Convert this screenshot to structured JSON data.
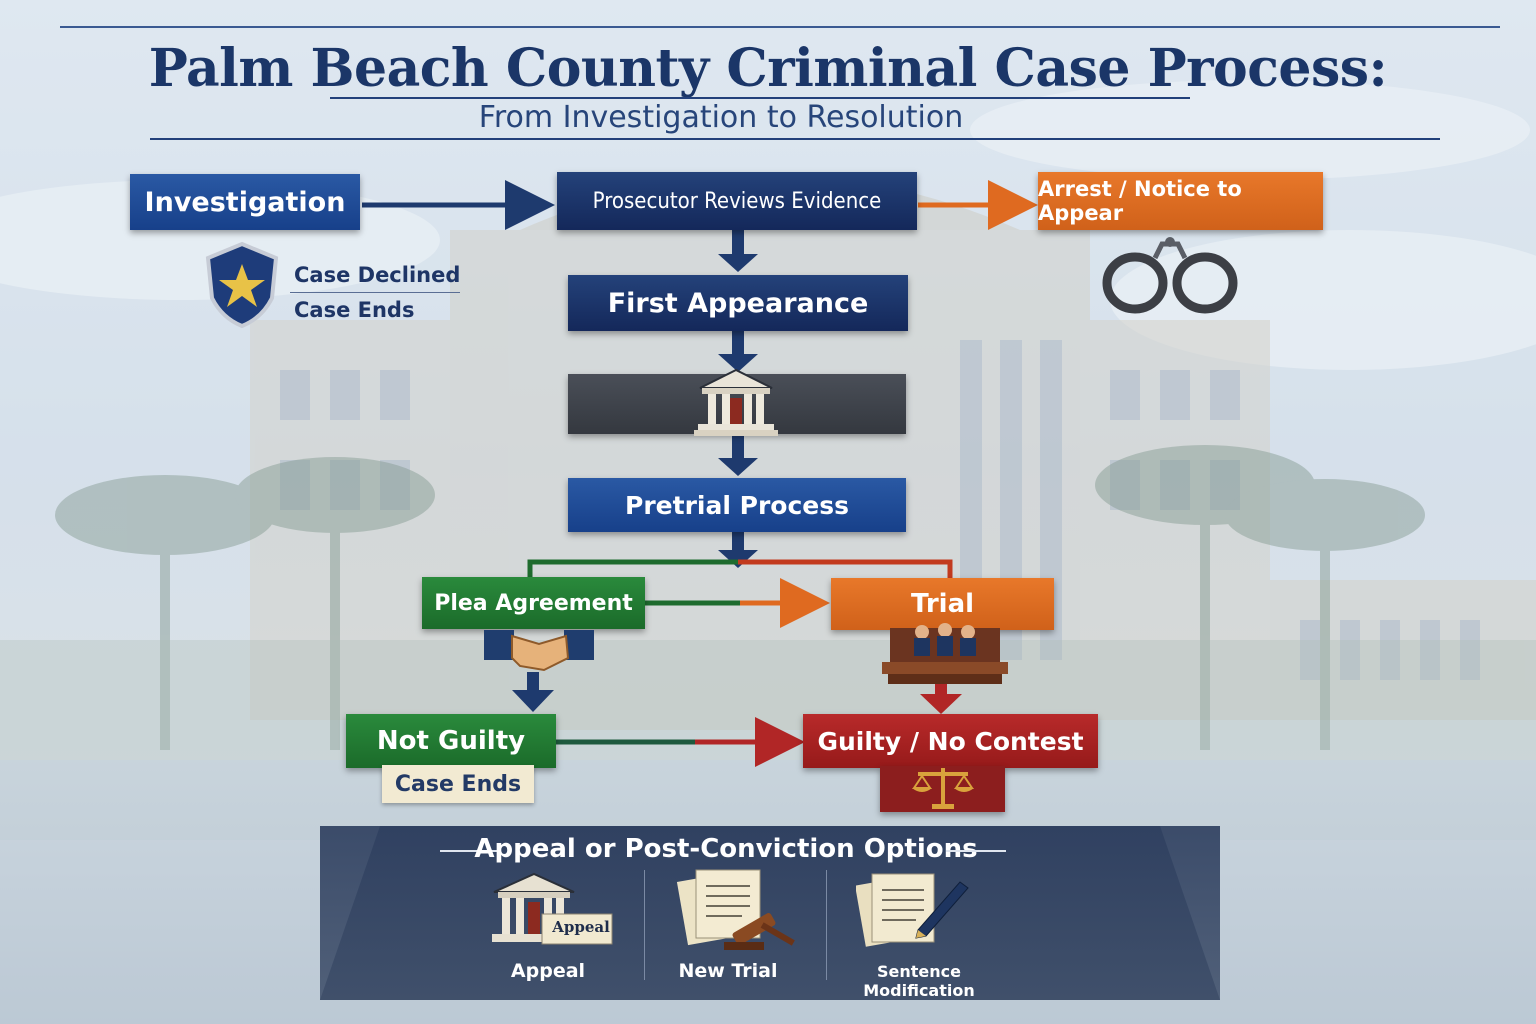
{
  "header": {
    "title": "Palm Beach County Criminal Case Process:",
    "subtitle": "From Investigation to Resolution"
  },
  "flow": {
    "investigation": "Investigation",
    "prosecutor_review": "Prosecutor Reviews Evidence",
    "arrest": "Arrest / Notice to Appear",
    "case_declined": "Case Declined",
    "case_ends_top": "Case Ends",
    "first_appearance": "First Appearance",
    "pretrial": "Pretrial Process",
    "plea": "Plea Agreement",
    "trial": "Trial",
    "not_guilty": "Not Guilty",
    "case_ends_bottom": "Case Ends",
    "guilty": "Guilty / No Contest"
  },
  "post_conviction": {
    "title": "Appeal or Post-Conviction Options",
    "appeal_doc_label": "Appeal",
    "options": [
      {
        "label": "Appeal",
        "icon": "courthouse-appeal-icon"
      },
      {
        "label": "New Trial",
        "icon": "gavel-documents-icon"
      },
      {
        "label": "Sentence Modification",
        "icon": "pen-documents-icon"
      }
    ]
  },
  "colors": {
    "navy": "#1b3668",
    "blue": "#1f4c98",
    "orange": "#df6a20",
    "green": "#237a33",
    "red": "#a82222"
  }
}
